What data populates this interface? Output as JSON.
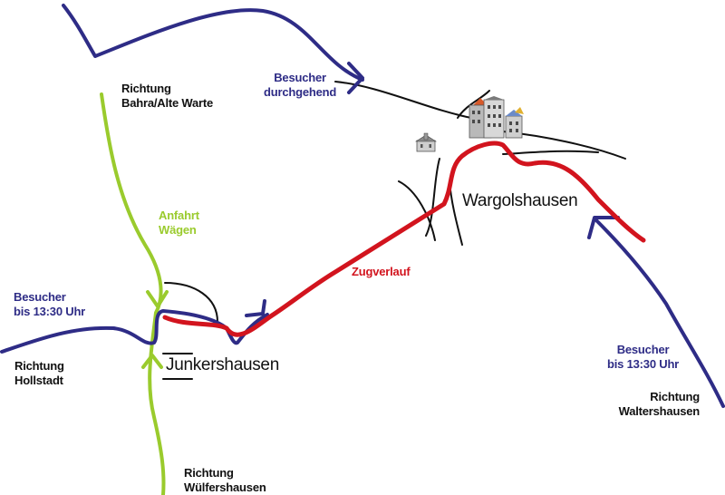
{
  "labels": {
    "richtung_bahra": [
      "Richtung",
      "Bahra/Alte Warte"
    ],
    "besucher_durchgehend": [
      "Besucher",
      "durchgehend"
    ],
    "anfahrt_waegen": [
      "Anfahrt",
      "Wägen"
    ],
    "besucher_left": [
      "Besucher",
      "bis 13:30 Uhr"
    ],
    "richtung_hollstadt": [
      "Richtung",
      "Hollstadt"
    ],
    "zugverlauf": "Zugverlauf",
    "besucher_right": [
      "Besucher",
      "bis 13:30 Uhr"
    ],
    "richtung_waltershausen": [
      "Richtung",
      "Waltershausen"
    ],
    "richtung_wuelfershausen": [
      "Richtung",
      "Wülfershausen"
    ]
  },
  "towns": {
    "junkershausen": "Junkershausen",
    "wargolshausen": "Wargolshausen"
  },
  "colors": {
    "visitor_route": "#2e2c86",
    "parade_route": "#d2141e",
    "float_arrival": "#9acb2d",
    "road": "#111111"
  },
  "icons": [
    "church-icon",
    "town-buildings-icon"
  ]
}
